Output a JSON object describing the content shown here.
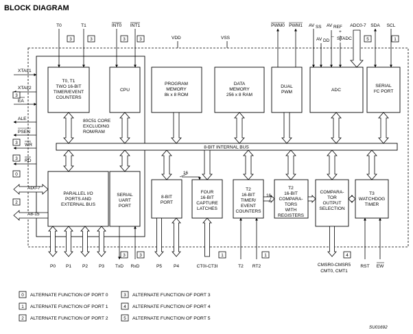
{
  "title": "BLOCK DIAGRAM",
  "supply": {
    "vdd": "VDD",
    "vss": "VSS"
  },
  "blocks": {
    "timer": [
      "T0, T1",
      "TWO 16-BIT",
      "TIMER/EVENT",
      "COUNTERS"
    ],
    "cpu": [
      "CPU"
    ],
    "program_memory": [
      "PROGRAM",
      "MEMORY",
      "8k x 8 ROM"
    ],
    "data_memory": [
      "DATA",
      "MEMORY",
      "256 x 8 RAM"
    ],
    "dual_pwm": [
      "DUAL",
      "PWM"
    ],
    "adc": [
      "ADC"
    ],
    "serial_i2c": [
      "SERIAL",
      "I²C PORT"
    ],
    "core": [
      "80C51 CORE",
      "EXCLUDING",
      "ROM/RAM"
    ],
    "internal_bus": "8-BIT INTERNAL BUS",
    "parallel_io": [
      "PARALLEL I/O",
      "PORTS AND",
      "EXTERNAL BUS"
    ],
    "serial_uart": [
      "SERIAL",
      "UART",
      "PORT"
    ],
    "port_8bit": [
      "8-BIT",
      "PORT"
    ],
    "capture": [
      "FOUR",
      "16-BIT",
      "CAPTURE",
      "LATCHES"
    ],
    "t2_timer": [
      "T2",
      "16-BIT",
      "TIMER/",
      "EVENT",
      "COUNTERS"
    ],
    "t2_compare": [
      "T2",
      "16-BIT",
      "COMPARA-",
      "TORS",
      "WITH",
      "REGISTERS"
    ],
    "comparator_out": [
      "COMPARA-",
      "TOR",
      "OUTPUT",
      "SELECTION"
    ],
    "t3_watchdog": [
      "T3",
      "WATCHDOG",
      "TIMER"
    ]
  },
  "bus_widths": {
    "capture_link": "16",
    "compare_link": "16"
  },
  "top_pins": {
    "t0": "T0",
    "t1": "T1",
    "int0": "INT0",
    "int1": "INT1",
    "pwm0": "PWM0",
    "pwm1": "PWM1",
    "avss_av": "AV",
    "avss_sub": "SS",
    "avdd_av": "AV",
    "avdd_sub": "DD",
    "avref_av": "AV",
    "avref_sub": "REF",
    "plus": "+",
    "minus": "–",
    "stadc": "STADC",
    "adc": "ADC0-7",
    "sda": "SDA",
    "scl": "SCL"
  },
  "left_pins": {
    "xtal1": "XTAL1",
    "xtal2": "XTAL2",
    "ea": "EA",
    "ale": "ALE",
    "psen": "PSEN",
    "wr": "WR",
    "rd": "RD",
    "ad": "AD0-7",
    "a815": "A8-15"
  },
  "bottom_pins": {
    "p0": "P0",
    "p1": "P1",
    "p2": "P2",
    "p3": "P3",
    "txd": "TxD",
    "rxd": "RxD",
    "p5": "P5",
    "p4": "P4",
    "ct": "CT0I-CT3I",
    "t2": "T2",
    "rt2": "RT2",
    "cmsr1": "CMSR0-CMSR5",
    "cmsr2": "CMT0, CMT1",
    "rst": "RST",
    "ew": "EW"
  },
  "port_tags": {
    "t0": "3",
    "t1": "3",
    "int0": "3",
    "int1": "3",
    "avss": "5",
    "scl": "1",
    "ea": "3",
    "wr": "3",
    "rd": "3",
    "ad": "0",
    "a815": "2",
    "txd": "3",
    "rxd": "3",
    "ct": "1",
    "rt2": "1",
    "cmsr": "4"
  },
  "legend": [
    {
      "num": "0",
      "text": "ALTERNATE FUNCTION OF PORT 0"
    },
    {
      "num": "1",
      "text": "ALTERNATE FUNCTION OF PORT 1"
    },
    {
      "num": "2",
      "text": "ALTERNATE FUNCTION OF PORT 2"
    },
    {
      "num": "3",
      "text": "ALTERNATE FUNCTION OF PORT 3"
    },
    {
      "num": "4",
      "text": "ALTERNATE FUNCTION OF PORT 4"
    },
    {
      "num": "5",
      "text": "ALTERNATE FUNCTION OF PORT 5"
    }
  ],
  "figure_id": "SU01692"
}
